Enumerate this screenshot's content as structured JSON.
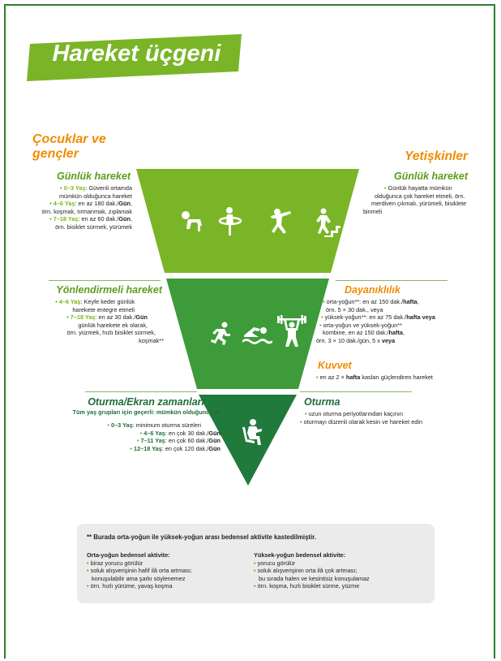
{
  "title": "Hareket üçgeni",
  "left_heading": "Çocuklar ve gençler",
  "right_heading": "Yetişkinler",
  "sections": {
    "daily_left": {
      "title": "Günlük hareket",
      "lines": [
        {
          "age": "0–3 Yaş",
          "text": ": Güvenli ortamda"
        },
        {
          "text": "mümkün olduğunca hareket"
        },
        {
          "age": "4–6 Yaş",
          "text": ": en az 180 dak./",
          "bold": "Gün",
          "after": ","
        },
        {
          "text": "örn. koşmak, tırmanmak, zıplamak"
        },
        {
          "age": "7–18 Yaş",
          "text": ": en az 60 dak./",
          "bold": "Gün",
          "after": ","
        },
        {
          "text": "örn. bisiklet sürmek, yürümek"
        }
      ]
    },
    "daily_right": {
      "title": "Günlük hareket",
      "lines": [
        "Günlük hayatta mümkün",
        "olduğunca çok hareket etmeli, örn.",
        "merdiven çıkmalı, yürümeli, bisiklete",
        "binmeli"
      ]
    },
    "guided": {
      "title": "Yönlendirmeli hareket",
      "lines": [
        {
          "age": "4–6 Yaş",
          "text": ": Keyfe keder günlük"
        },
        {
          "text": "harekete entegre etmeli"
        },
        {
          "age": "7–18 Yaş",
          "text": ": en az 30 dak./",
          "bold": "Gün"
        },
        {
          "text": "günlük harekete ek olarak,"
        },
        {
          "text": "örn. yüzmek, hızlı bisiklet sürmek,"
        },
        {
          "text": "koşmak**"
        }
      ]
    },
    "endurance": {
      "title": "Dayanıklılık",
      "lines": [
        {
          "pre": "orta-yoğun**: en az 150 dak./",
          "bold": "hafta",
          "after": ","
        },
        {
          "pre": "örn. 5 × 30 dak., veya"
        },
        {
          "pre": "yüksek-yoğun**: en az 75 dak./",
          "bold": "hafta veya"
        },
        {
          "pre": "orta-yoğun ve yüksek-yoğun**"
        },
        {
          "pre": "kombine, en az 150 dak./",
          "bold": "hafta",
          "after": ","
        },
        {
          "pre": "örn. 3 × 10 dak./gün, 5 x ",
          "bold": "veya"
        }
      ]
    },
    "strength": {
      "title": "Kuvvet",
      "text_pre": "en az 2 × ",
      "text_bold": "hafta",
      "text_after": " kasları güçlendiren hareket"
    },
    "screen": {
      "title": "Oturma/Ekran zamanları",
      "subtitle": "Tüm yaş grupları için geçerli: mümkün olduğunca az",
      "lines": [
        {
          "age": "0–3 Yaş",
          "text": ": minimum oturma süreleri"
        },
        {
          "age": "4–6 Yaş",
          "text": ": en çok 30 dak./",
          "bold": "Gün"
        },
        {
          "age": "7–11 Yaş",
          "text": ": en çok 60 dak./",
          "bold": "Gün"
        },
        {
          "age": "12–18 Yaş",
          "text": ": en çok 120 dak./",
          "bold": "Gün"
        }
      ]
    },
    "sitting": {
      "title": "Oturma",
      "lines": [
        "uzun oturma periyotlarından kaçının",
        "oturmayı düzenli olarak kesin ve hareket edin"
      ]
    }
  },
  "note": {
    "heading": "** Burada orta-yoğun ile yüksek-yoğun arası bedensel aktivite kastedilmiştir.",
    "left_title": "Orta-yoğun bedensel aktivite:",
    "left_items": [
      "biraz yorucu görülür",
      "soluk alışverişinin hafif ilâ orta artması;",
      "konuşulabilir ama şarkı söylenemez",
      "örn. hızlı yürüme, yavaş koşma"
    ],
    "right_title": "Yüksek-yoğun bedensel aktivite:",
    "right_items": [
      "yorucu görülür",
      "soluk alışverişinin orta ilâ çok artması;",
      "bu sırada halen ve kesintisiz konuşulamaz",
      "örn. koşma, hızlı bisiklet sürme, yüzme"
    ]
  },
  "colors": {
    "band1": "#7ab527",
    "band2": "#3d9b3a",
    "band3": "#1f7a3c",
    "orange": "#f08c00",
    "banner": "#7ab527"
  }
}
